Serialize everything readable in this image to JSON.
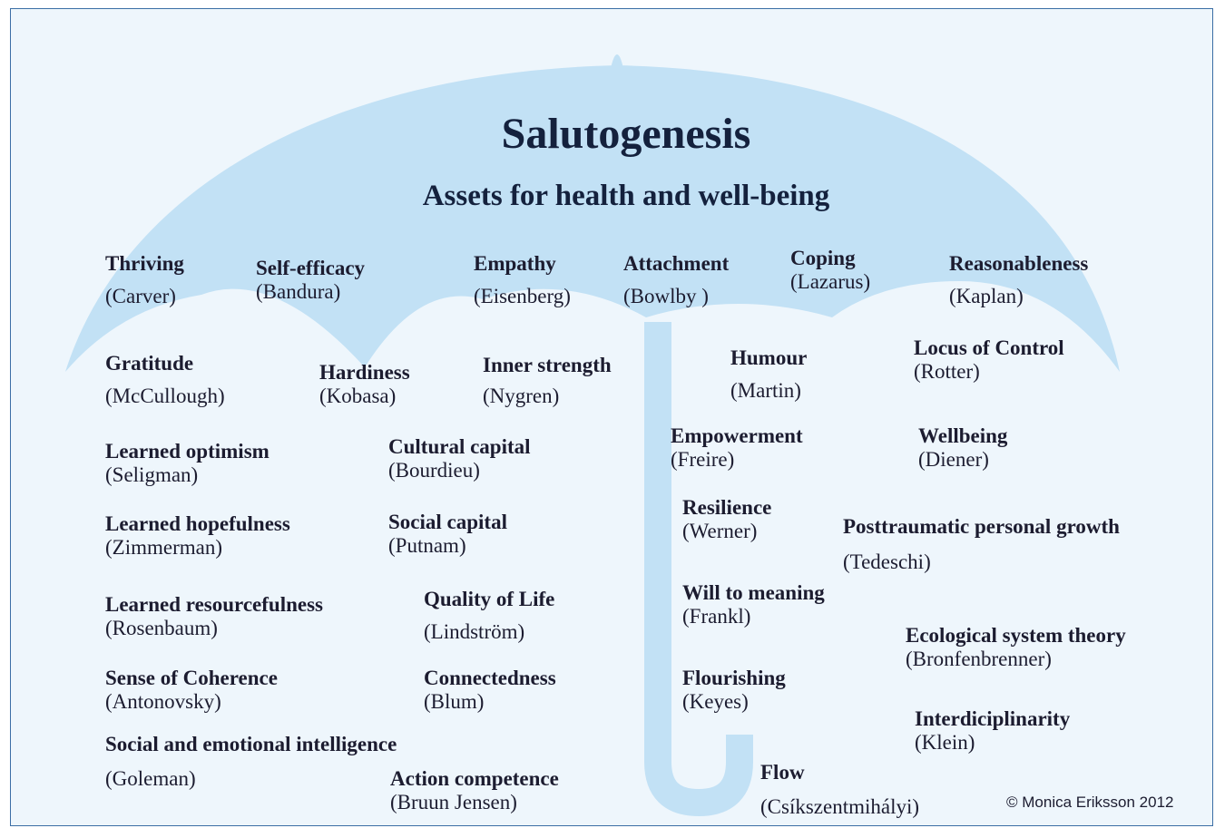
{
  "title": "Salutogenesis",
  "subtitle": "Assets for health and well-being",
  "copyright": "© Monica Eriksson 2012",
  "assets": [
    {
      "name": "Thriving",
      "author": "(Carver)"
    },
    {
      "name": "Self-efficacy",
      "author": "(Bandura)"
    },
    {
      "name": "Empathy",
      "author": "(Eisenberg)"
    },
    {
      "name": "Attachment",
      "author": "(Bowlby )"
    },
    {
      "name": "Coping",
      "author": "(Lazarus)"
    },
    {
      "name": "Reasonableness",
      "author": "(Kaplan)"
    },
    {
      "name": "Gratitude",
      "author": "(McCullough)"
    },
    {
      "name": "Hardiness",
      "author": "(Kobasa)"
    },
    {
      "name": "Inner strength",
      "author": "(Nygren)"
    },
    {
      "name": "Humour",
      "author": "(Martin)"
    },
    {
      "name": "Locus of Control",
      "author": "(Rotter)"
    },
    {
      "name": "Learned optimism",
      "author": "(Seligman)"
    },
    {
      "name": "Cultural capital",
      "author": "(Bourdieu)"
    },
    {
      "name": "Empowerment",
      "author": "(Freire)"
    },
    {
      "name": "Wellbeing",
      "author": "(Diener)"
    },
    {
      "name": "Learned hopefulness",
      "author": "(Zimmerman)"
    },
    {
      "name": "Social capital",
      "author": "(Putnam)"
    },
    {
      "name": "Resilience",
      "author": "(Werner)"
    },
    {
      "name": "Posttraumatic personal growth",
      "author": "(Tedeschi)"
    },
    {
      "name": "Learned resourcefulness",
      "author": "(Rosenbaum)"
    },
    {
      "name": "Quality of Life",
      "author": "(Lindström)"
    },
    {
      "name": "Will to meaning",
      "author": "(Frankl)"
    },
    {
      "name": "Ecological system theory",
      "author": "(Bronfenbrenner)"
    },
    {
      "name": "Sense of Coherence",
      "author": "(Antonovsky)"
    },
    {
      "name": "Connectedness",
      "author": "(Blum)"
    },
    {
      "name": "Flourishing",
      "author": "(Keyes)"
    },
    {
      "name": "Interdiciplinarity",
      "author": "(Klein)"
    },
    {
      "name": "Social and emotional intelligence",
      "author": "(Goleman)"
    },
    {
      "name": "Action competence",
      "author": "(Bruun Jensen)"
    },
    {
      "name": "Flow",
      "author": "(Csíkszentmihályi)"
    }
  ]
}
